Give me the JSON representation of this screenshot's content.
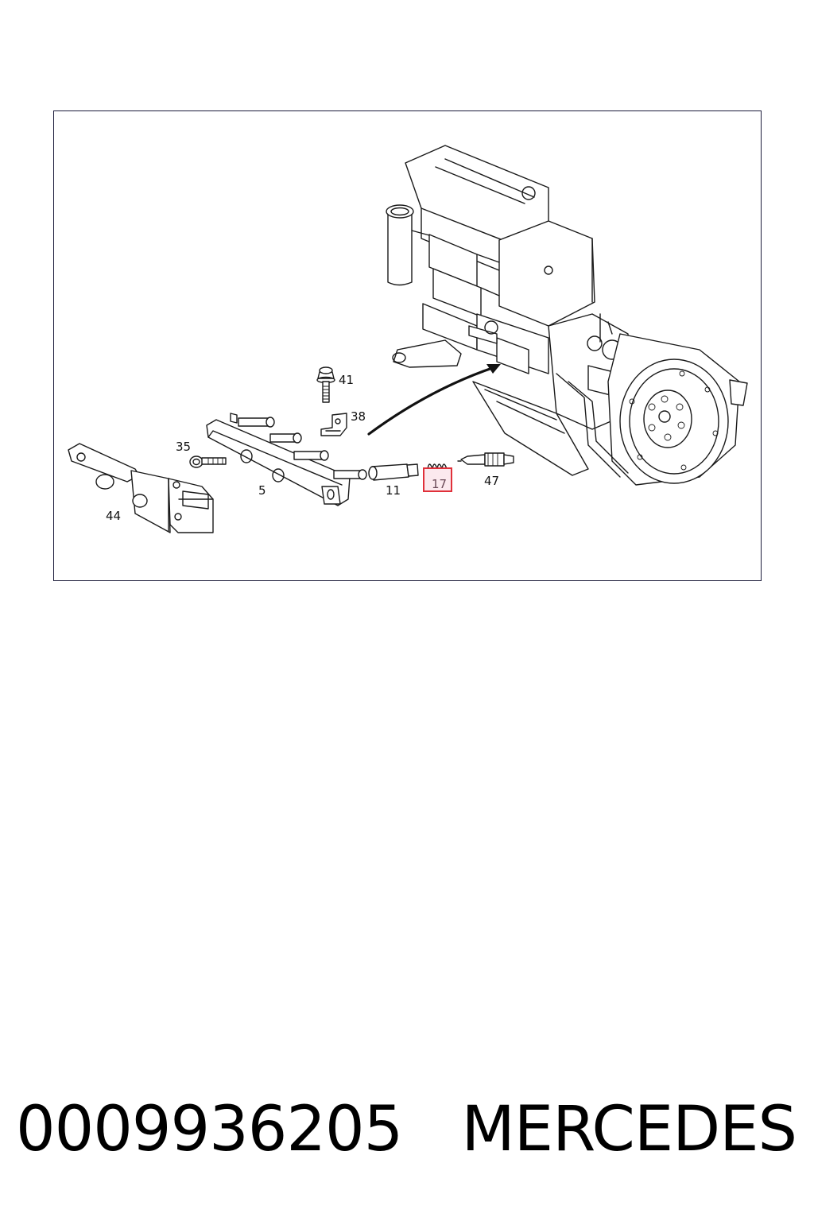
{
  "diagram": {
    "callouts": {
      "c41": "41",
      "c38": "38",
      "c35": "35",
      "c5": "5",
      "c11": "11",
      "c17": "17",
      "c47": "47",
      "c44": "44"
    },
    "highlighted_callout": "17",
    "highlight_color": "#e0303a",
    "frame_color": "#1b1b3a"
  },
  "footer": {
    "part_number": "0009936205",
    "brand": "MERCEDES"
  }
}
